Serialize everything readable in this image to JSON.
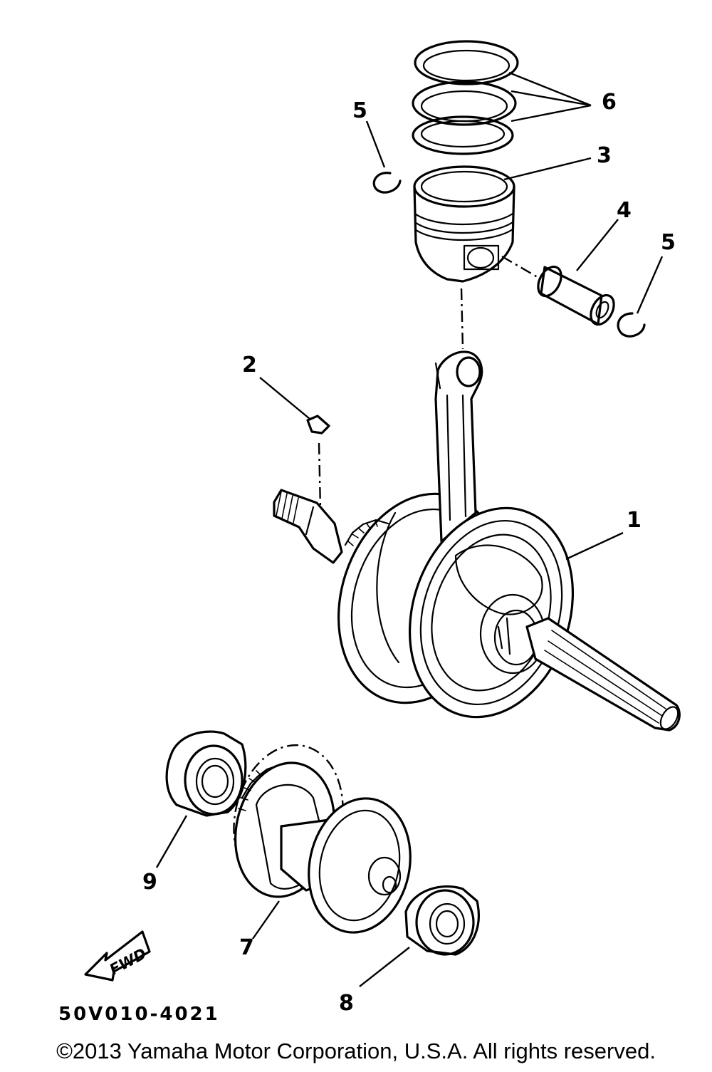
{
  "diagram": {
    "callouts": [
      {
        "id": "1",
        "label": "1"
      },
      {
        "id": "2",
        "label": "2"
      },
      {
        "id": "3",
        "label": "3"
      },
      {
        "id": "4",
        "label": "4"
      },
      {
        "id": "5a",
        "label": "5"
      },
      {
        "id": "5b",
        "label": "5"
      },
      {
        "id": "6",
        "label": "6"
      },
      {
        "id": "7",
        "label": "7"
      },
      {
        "id": "8",
        "label": "8"
      },
      {
        "id": "9",
        "label": "9"
      }
    ],
    "direction_arrow": "FWD",
    "drawing_code": "50V010-4021"
  },
  "footer": {
    "copyright": "©2013 Yamaha Motor Corporation, U.S.A. All rights reserved."
  }
}
